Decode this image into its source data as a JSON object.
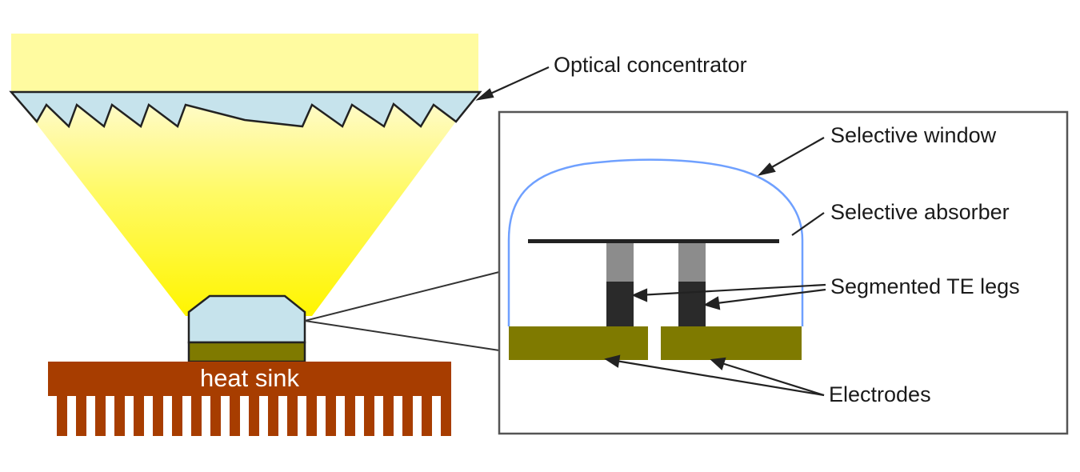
{
  "labels": {
    "optical_concentrator": "Optical concentrator",
    "selective_window": "Selective window",
    "selective_absorber": "Selective absorber",
    "segmented_te_legs": "Segmented TE legs",
    "electrodes": "Electrodes",
    "heat_sink": "heat sink"
  },
  "colors": {
    "light": "#fff700",
    "lens": "#c6e3ec",
    "electrode": "#7f7a00",
    "heat_sink": "#a73d00",
    "window": "#6fa0ff",
    "leg_top": "#8c8c8c",
    "leg_bottom": "#2a2a2a",
    "frame": "#555555"
  }
}
